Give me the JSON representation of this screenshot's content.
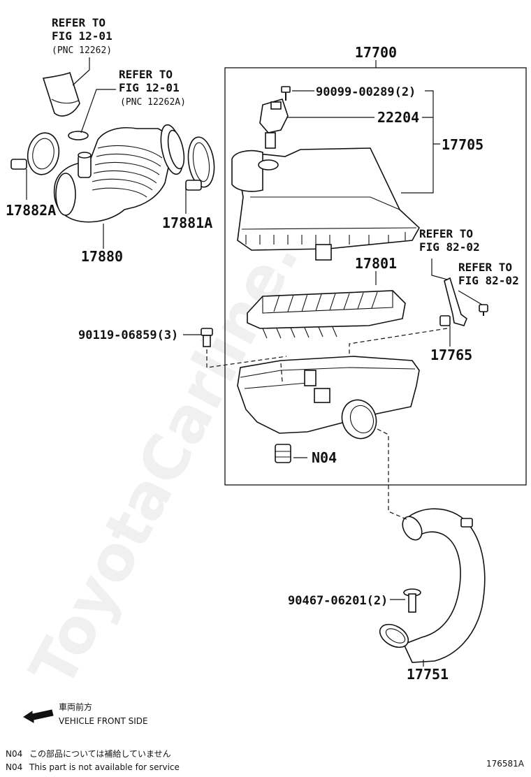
{
  "references": {
    "fig1": {
      "line1": "REFER TO",
      "line2": "FIG 12-01",
      "pnc": "(PNC 12262)"
    },
    "fig2": {
      "line1": "REFER TO",
      "line2": "FIG 12-01",
      "pnc": "(PNC 12262A)"
    },
    "fig3": {
      "line1": "REFER TO",
      "line2": "FIG 82-02"
    },
    "fig4": {
      "line1": "REFER TO",
      "line2": "FIG 82-02"
    }
  },
  "callouts": {
    "assy": "17700",
    "bolt_top": "90099-00289(2)",
    "sensor": "22204",
    "cap": "17705",
    "element": "17801",
    "bolt_left": "90119-06859(3)",
    "bracket": "17765",
    "grommet": "N04",
    "hose": "17880",
    "clamp_left": "17882A",
    "clamp_right": "17881A",
    "pipe": "17751",
    "bolt_pipe": "90467-06201(2)"
  },
  "legend": {
    "front_jp": "車両前方",
    "front_en": "VEHICLE FRONT SIDE",
    "note_code1": "N04",
    "note_jp": "この部品については補給していません",
    "note_code2": "N04",
    "note_en": "This part is not available for service",
    "diagram_id": "176581A"
  },
  "watermark": "ToyotaCarline.ru"
}
